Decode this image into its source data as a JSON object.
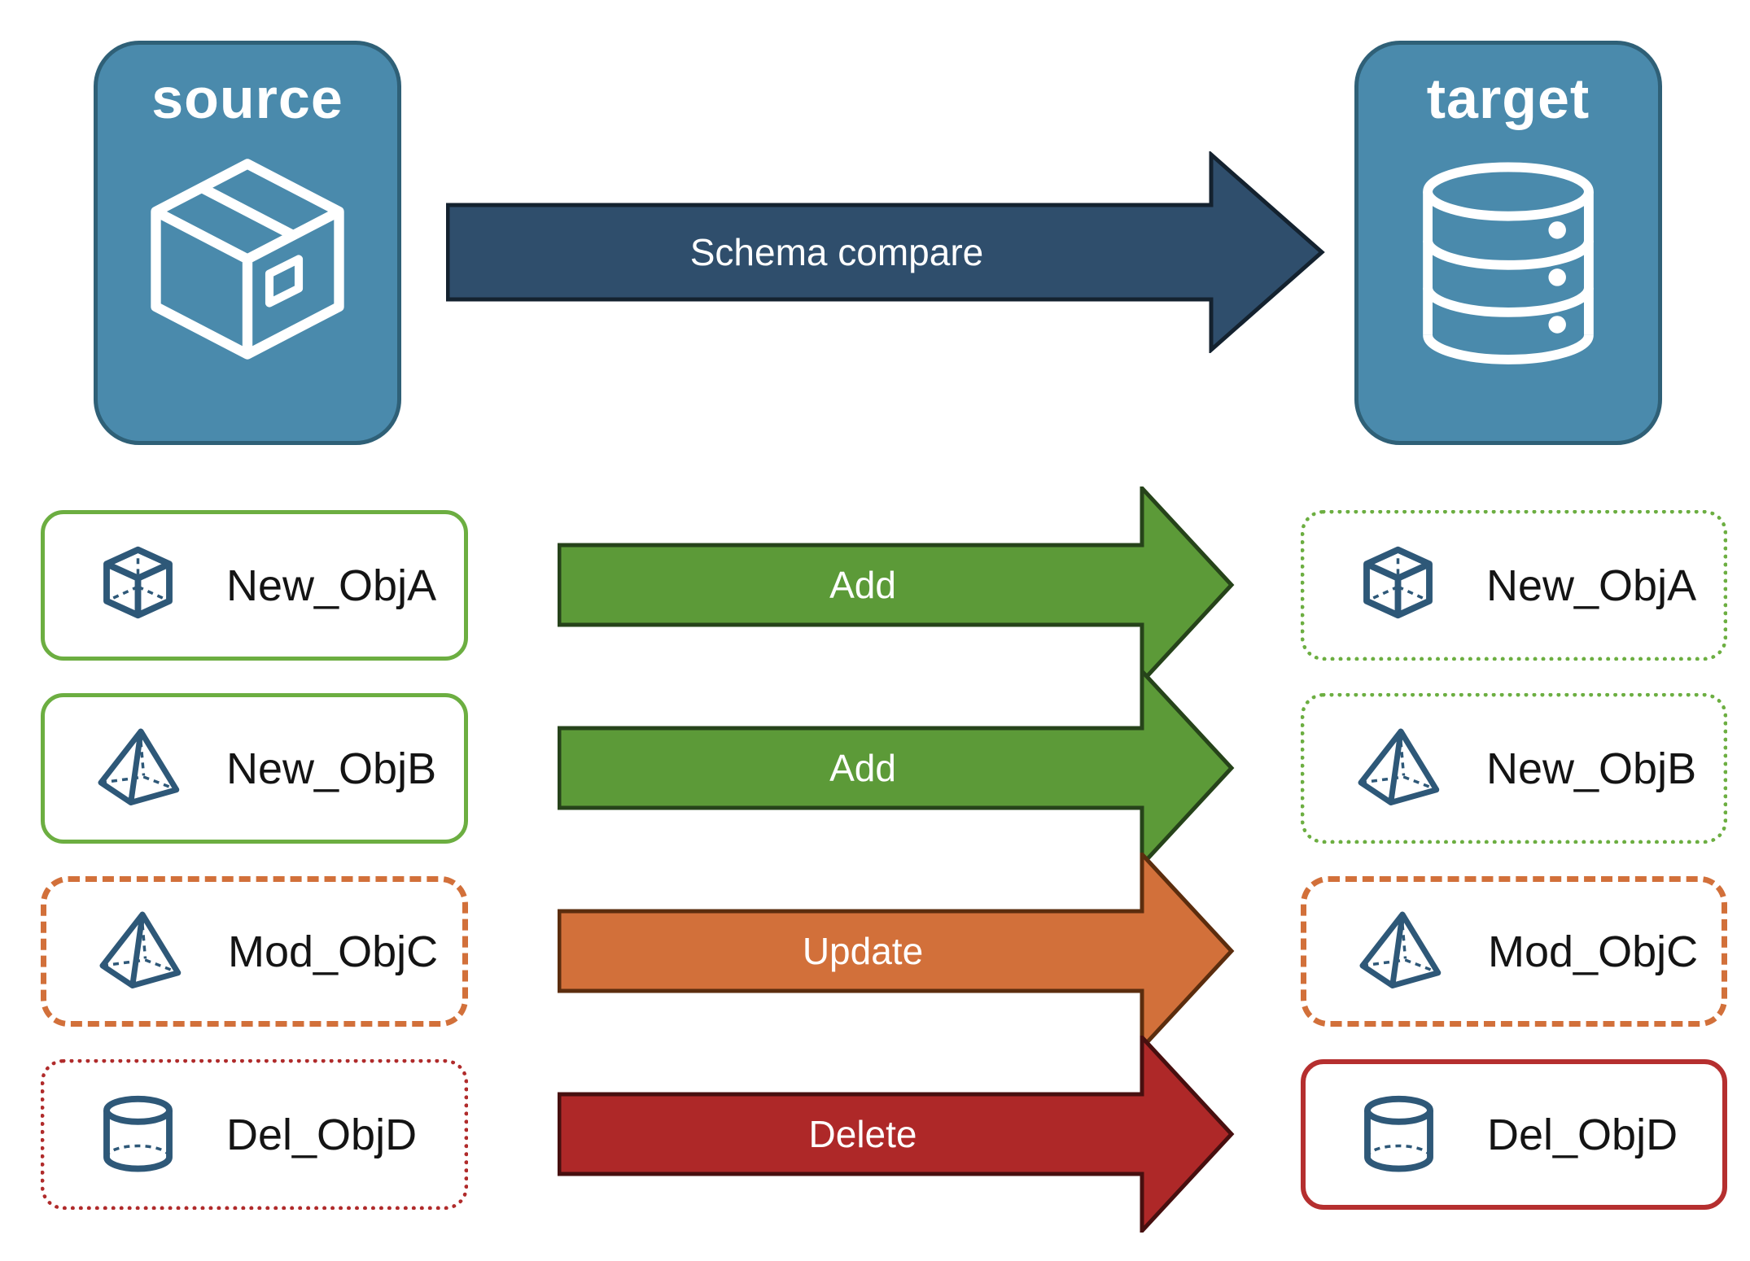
{
  "source_node": {
    "label": "source",
    "icon": "package-icon"
  },
  "target_node": {
    "label": "target",
    "icon": "database-icon"
  },
  "compare_arrow": {
    "label": "Schema compare"
  },
  "rows": [
    {
      "name": "New_ObjA",
      "action": "Add",
      "icon": "cube-icon",
      "source_border": "solid-green",
      "target_border": "dotted-green"
    },
    {
      "name": "New_ObjB",
      "action": "Add",
      "icon": "pyramid-icon",
      "source_border": "solid-green",
      "target_border": "dotted-green"
    },
    {
      "name": "Mod_ObjC",
      "action": "Update",
      "icon": "pyramid-icon",
      "source_border": "dashed-orange",
      "target_border": "dashed-orange"
    },
    {
      "name": "Del_ObjD",
      "action": "Delete",
      "icon": "cylinder-icon",
      "source_border": "dotted-red",
      "target_border": "solid-red"
    }
  ],
  "colors": {
    "node_fill": "#4A8AAC",
    "node_border": "#2F6077",
    "shape_stroke": "#2E5878",
    "navy_arrow_fill": "#2F4E6C",
    "navy_arrow_stroke": "#14222F",
    "green_arrow_fill": "#5C9A38",
    "green_arrow_stroke": "#26431A",
    "orange_arrow_fill": "#D2703A",
    "orange_arrow_stroke": "#5B2D0E",
    "red_arrow_fill": "#AE2828",
    "red_arrow_stroke": "#470F0F",
    "green_border": "#6CAE41",
    "orange_border": "#D2703A",
    "red_border": "#B52F2F",
    "text_dark": "#141414",
    "text_light": "#FFFFFF"
  }
}
